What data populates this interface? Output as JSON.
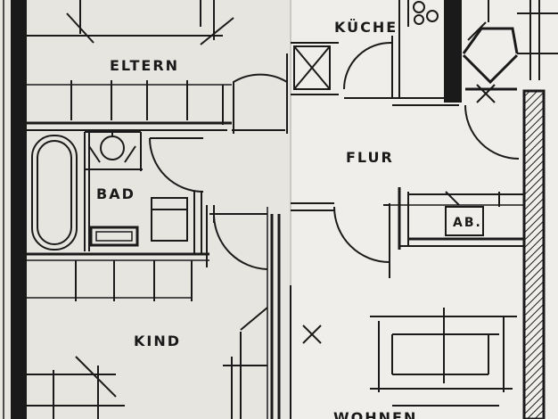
{
  "rooms": {
    "eltern": "ELTERN",
    "kueche": "KÜCHE",
    "flur": "FLUR",
    "bad": "BAD",
    "ab": "AB.",
    "kind": "KIND",
    "wohnen": "WOHNEN"
  },
  "colors": {
    "paper_left": "#e6e5e0",
    "paper_right": "#efeeea",
    "ink": "#1a1a1a"
  }
}
